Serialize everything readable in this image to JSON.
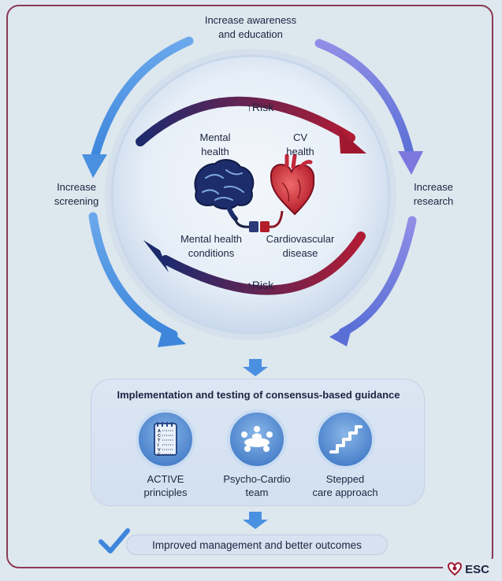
{
  "cycle": {
    "top": [
      "Increase awareness",
      "and education"
    ],
    "left": [
      "Increase",
      "screening"
    ],
    "right": [
      "Increase",
      "research"
    ]
  },
  "inner": {
    "risk_top": "↑Risk",
    "risk_bottom": "↑Risk",
    "mental_health": [
      "Mental",
      "health"
    ],
    "cv_health": [
      "CV",
      "health"
    ],
    "mh_conditions": [
      "Mental health",
      "conditions"
    ],
    "cv_disease": [
      "Cardiovascular",
      "disease"
    ]
  },
  "implementation": {
    "title": "Implementation and testing of consensus-based guidance",
    "items": [
      {
        "label": [
          "ACTIVE",
          "principles"
        ],
        "icon": "checklist-icon",
        "letters": [
          "A",
          "C",
          "T",
          "I",
          "V",
          "E"
        ]
      },
      {
        "label": [
          "Psycho-Cardio",
          "team"
        ],
        "icon": "team-meeting-icon"
      },
      {
        "label": [
          "Stepped",
          "care approach"
        ],
        "icon": "stairs-icon"
      }
    ]
  },
  "outcome": "Improved management and better outcomes",
  "logo": "ESC",
  "colors": {
    "blue_arrow": "#4a90e0",
    "purple_arrow": "#7b6fd8",
    "dark_red": "#a01830",
    "navy": "#1b2a6b",
    "frame": "#8a3a55"
  }
}
